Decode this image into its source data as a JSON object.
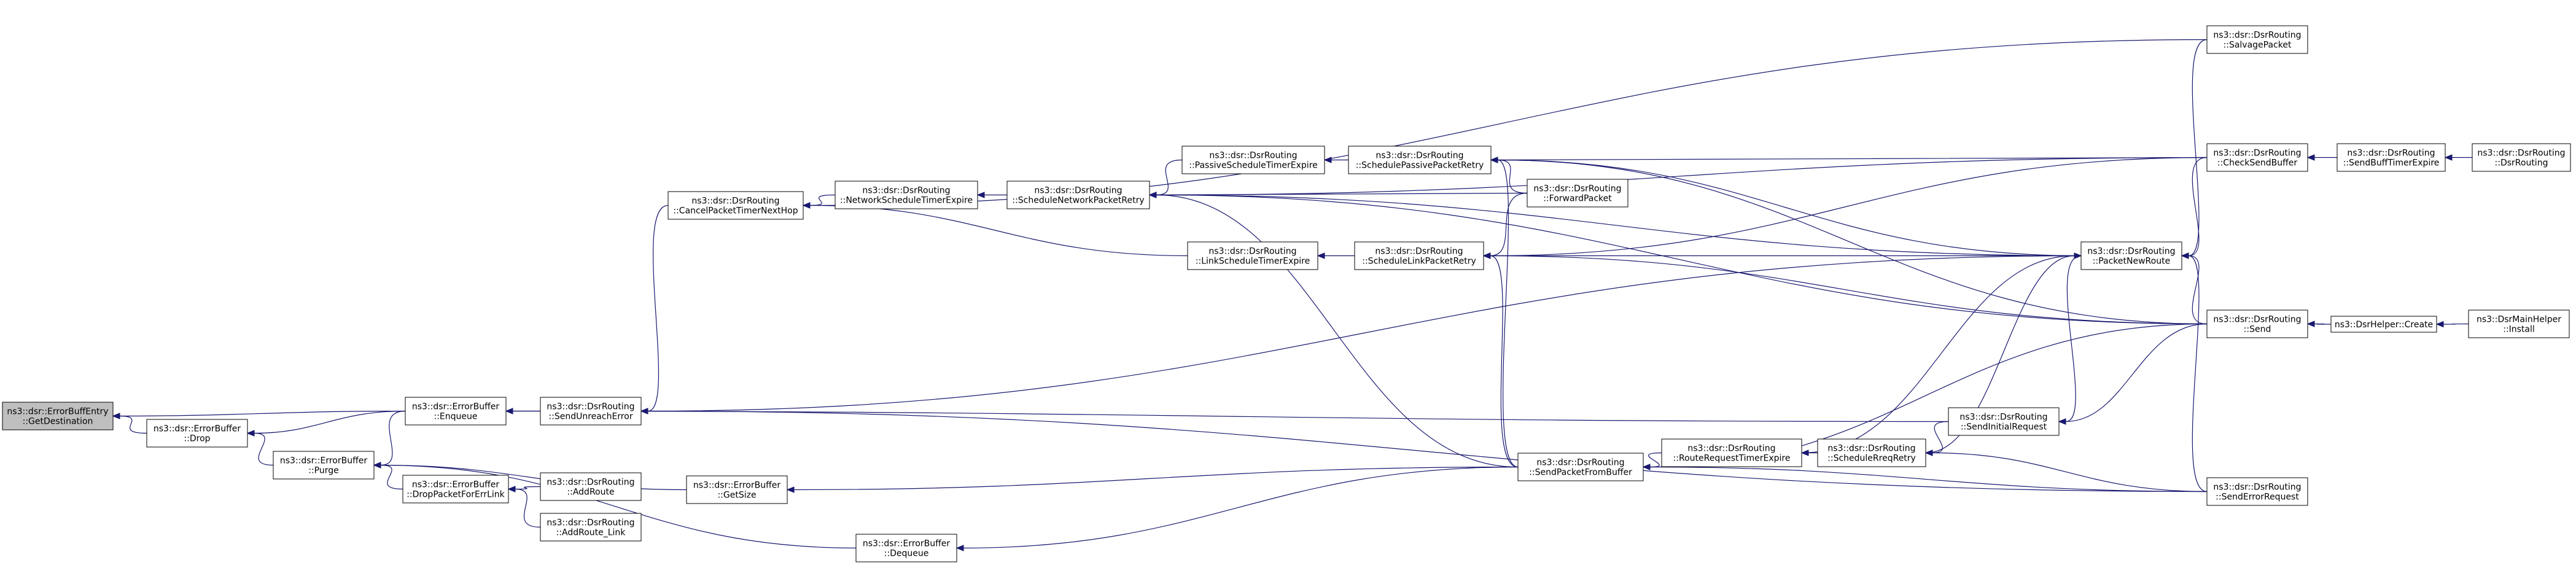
{
  "colors": {
    "edge": "#191970",
    "node_fill": "#ffffff",
    "focus_fill": "#bfbfbf",
    "node_border": "#000000"
  },
  "nodes": [
    {
      "id": "getdest",
      "lines": [
        "ns3::dsr::ErrorBuffEntry",
        "::GetDestination"
      ],
      "focus": true
    },
    {
      "id": "drop",
      "lines": [
        "ns3::dsr::ErrorBuffer",
        "::Drop"
      ]
    },
    {
      "id": "purge",
      "lines": [
        "ns3::dsr::ErrorBuffer",
        "::Purge"
      ]
    },
    {
      "id": "enqueue",
      "lines": [
        "ns3::dsr::ErrorBuffer",
        "::Enqueue"
      ]
    },
    {
      "id": "dropforerr",
      "lines": [
        "ns3::dsr::ErrorBuffer",
        "::DropPacketForErrLink"
      ]
    },
    {
      "id": "getsize",
      "lines": [
        "ns3::dsr::ErrorBuffer",
        "::GetSize"
      ]
    },
    {
      "id": "dequeue",
      "lines": [
        "ns3::dsr::ErrorBuffer",
        "::Dequeue"
      ]
    },
    {
      "id": "sendunreach",
      "lines": [
        "ns3::dsr::DsrRouting",
        "::SendUnreachError"
      ]
    },
    {
      "id": "addroute",
      "lines": [
        "ns3::dsr::DsrRouting",
        "::AddRoute"
      ]
    },
    {
      "id": "addroutelink",
      "lines": [
        "ns3::dsr::DsrRouting",
        "::AddRoute_Link"
      ]
    },
    {
      "id": "cancelpkt",
      "lines": [
        "ns3::dsr::DsrRouting",
        "::CancelPacketTimerNextHop"
      ]
    },
    {
      "id": "netsched",
      "lines": [
        "ns3::dsr::DsrRouting",
        "::NetworkScheduleTimerExpire"
      ]
    },
    {
      "id": "schednet",
      "lines": [
        "ns3::dsr::DsrRouting",
        "::ScheduleNetworkPacketRetry"
      ]
    },
    {
      "id": "passivesched",
      "lines": [
        "ns3::dsr::DsrRouting",
        "::PassiveScheduleTimerExpire"
      ]
    },
    {
      "id": "linksched",
      "lines": [
        "ns3::dsr::DsrRouting",
        "::LinkScheduleTimerExpire"
      ]
    },
    {
      "id": "schedpassive",
      "lines": [
        "ns3::dsr::DsrRouting",
        "::SchedulePassivePacketRetry"
      ]
    },
    {
      "id": "schedlink",
      "lines": [
        "ns3::dsr::DsrRouting",
        "::ScheduleLinkPacketRetry"
      ]
    },
    {
      "id": "forward",
      "lines": [
        "ns3::dsr::DsrRouting",
        "::ForwardPacket"
      ]
    },
    {
      "id": "sendfrombuf",
      "lines": [
        "ns3::dsr::DsrRouting",
        "::SendPacketFromBuffer"
      ]
    },
    {
      "id": "rreqtimer",
      "lines": [
        "ns3::dsr::DsrRouting",
        "::RouteRequestTimerExpire"
      ]
    },
    {
      "id": "schedreq",
      "lines": [
        "ns3::dsr::DsrRouting",
        "::ScheduleRreqRetry"
      ]
    },
    {
      "id": "sendinit",
      "lines": [
        "ns3::dsr::DsrRouting",
        "::SendInitialRequest"
      ]
    },
    {
      "id": "pktnew",
      "lines": [
        "ns3::dsr::DsrRouting",
        "::PacketNewRoute"
      ]
    },
    {
      "id": "salvage",
      "lines": [
        "ns3::dsr::DsrRouting",
        "::SalvagePacket"
      ]
    },
    {
      "id": "checksend",
      "lines": [
        "ns3::dsr::DsrRouting",
        "::CheckSendBuffer"
      ]
    },
    {
      "id": "send",
      "lines": [
        "ns3::dsr::DsrRouting",
        "::Send"
      ]
    },
    {
      "id": "senderr",
      "lines": [
        "ns3::dsr::DsrRouting",
        "::SendErrorRequest"
      ]
    },
    {
      "id": "sendbufft",
      "lines": [
        "ns3::dsr::DsrRouting",
        "::SendBuffTimerExpire"
      ]
    },
    {
      "id": "ctor",
      "lines": [
        "ns3::dsr::DsrRouting",
        "::DsrRouting"
      ]
    },
    {
      "id": "helpercreate",
      "lines": [
        "ns3::DsrHelper::Create"
      ]
    },
    {
      "id": "install",
      "lines": [
        "ns3::DsrMainHelper",
        "::Install"
      ]
    }
  ],
  "edges": [
    {
      "from": "drop",
      "to": "getdest"
    },
    {
      "from": "enqueue",
      "to": "getdest"
    },
    {
      "from": "purge",
      "to": "drop"
    },
    {
      "from": "enqueue",
      "to": "drop"
    },
    {
      "from": "enqueue",
      "to": "purge"
    },
    {
      "from": "getsize",
      "to": "purge"
    },
    {
      "from": "dequeue",
      "to": "purge"
    },
    {
      "from": "dropforerr",
      "to": "purge"
    },
    {
      "from": "addroute",
      "to": "dropforerr"
    },
    {
      "from": "addroutelink",
      "to": "dropforerr"
    },
    {
      "from": "sendunreach",
      "to": "enqueue"
    },
    {
      "from": "sendinit",
      "to": "enqueue"
    },
    {
      "from": "sendfrombuf",
      "to": "getsize"
    },
    {
      "from": "sendfrombuf",
      "to": "dequeue"
    },
    {
      "from": "cancelpkt",
      "to": "sendunreach"
    },
    {
      "from": "pktnew",
      "to": "sendunreach"
    },
    {
      "from": "senderr",
      "to": "sendunreach"
    },
    {
      "from": "netsched",
      "to": "cancelpkt"
    },
    {
      "from": "linksched",
      "to": "cancelpkt"
    },
    {
      "from": "salvage",
      "to": "cancelpkt"
    },
    {
      "from": "schednet",
      "to": "netsched"
    },
    {
      "from": "passivesched",
      "to": "schednet"
    },
    {
      "from": "forward",
      "to": "schednet"
    },
    {
      "from": "checksend",
      "to": "schednet"
    },
    {
      "from": "pktnew",
      "to": "schednet"
    },
    {
      "from": "send",
      "to": "schednet"
    },
    {
      "from": "sendfrombuf",
      "to": "schednet"
    },
    {
      "from": "schedpassive",
      "to": "passivesched"
    },
    {
      "from": "forward",
      "to": "schedpassive"
    },
    {
      "from": "checksend",
      "to": "schedpassive"
    },
    {
      "from": "pktnew",
      "to": "schedpassive"
    },
    {
      "from": "send",
      "to": "schedpassive"
    },
    {
      "from": "sendfrombuf",
      "to": "schedpassive"
    },
    {
      "from": "schedlink",
      "to": "linksched"
    },
    {
      "from": "forward",
      "to": "schedlink"
    },
    {
      "from": "checksend",
      "to": "schedlink"
    },
    {
      "from": "pktnew",
      "to": "schedlink"
    },
    {
      "from": "send",
      "to": "schedlink"
    },
    {
      "from": "sendfrombuf",
      "to": "schedlink"
    },
    {
      "from": "rreqtimer",
      "to": "sendfrombuf"
    },
    {
      "from": "senderr",
      "to": "sendfrombuf"
    },
    {
      "from": "schedreq",
      "to": "rreqtimer"
    },
    {
      "from": "sendinit",
      "to": "schedreq"
    },
    {
      "from": "senderr",
      "to": "schedreq"
    },
    {
      "from": "send",
      "to": "sendinit"
    },
    {
      "from": "pktnew",
      "to": "sendinit"
    },
    {
      "from": "rreqtimer",
      "to": "pktnew"
    },
    {
      "from": "schedreq",
      "to": "pktnew"
    },
    {
      "from": "send",
      "to": "pktnew"
    },
    {
      "from": "send",
      "to": "sendfrombuf"
    },
    {
      "from": "salvage",
      "to": "pktnew"
    },
    {
      "from": "checksend",
      "to": "pktnew"
    },
    {
      "from": "senderr",
      "to": "pktnew"
    },
    {
      "from": "sendbufft",
      "to": "checksend"
    },
    {
      "from": "ctor",
      "to": "sendbufft"
    },
    {
      "from": "helpercreate",
      "to": "send"
    },
    {
      "from": "install",
      "to": "helpercreate"
    }
  ]
}
